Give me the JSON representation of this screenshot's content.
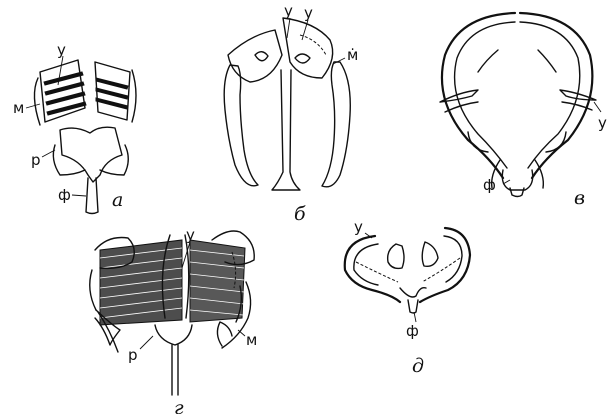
{
  "panels": [
    {
      "caption": "а",
      "labels": [
        "у",
        "м",
        "р",
        "ф"
      ]
    },
    {
      "caption": "б",
      "labels": [
        "у",
        "у",
        "м̇"
      ]
    },
    {
      "caption": "в",
      "labels": [
        "у",
        "ф"
      ]
    },
    {
      "caption": "г",
      "labels": [
        "у",
        "р",
        "м"
      ]
    },
    {
      "caption": "д",
      "labels": [
        "у",
        "ф"
      ]
    }
  ]
}
